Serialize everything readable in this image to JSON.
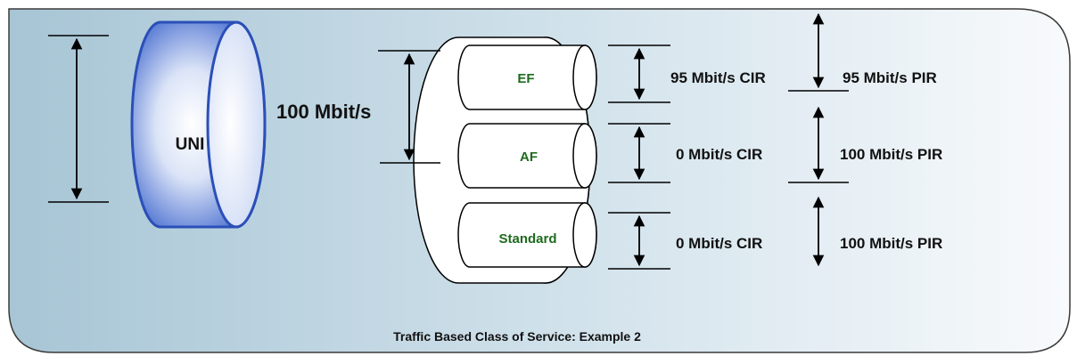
{
  "diagram": {
    "title": "Traffic Based Class of Service: Example 2",
    "uni_label": "UNI",
    "bandwidth_label": "100 Mbit/s",
    "classes": [
      {
        "name": "EF",
        "cir": "95 Mbit/s CIR",
        "pir": "95 Mbit/s PIR"
      },
      {
        "name": "AF",
        "cir": "0 Mbit/s CIR",
        "pir": "100 Mbit/s PIR"
      },
      {
        "name": "Standard",
        "cir": "0 Mbit/s CIR",
        "pir": "100 Mbit/s PIR"
      }
    ],
    "colors": {
      "panel_left": "#a9c6d6",
      "panel_right": "#f6f9fb",
      "uni_blue": "#2b4fb8",
      "uni_fill": "#c4d2f0",
      "class_label": "#1e6b1e",
      "line": "#000000"
    }
  }
}
